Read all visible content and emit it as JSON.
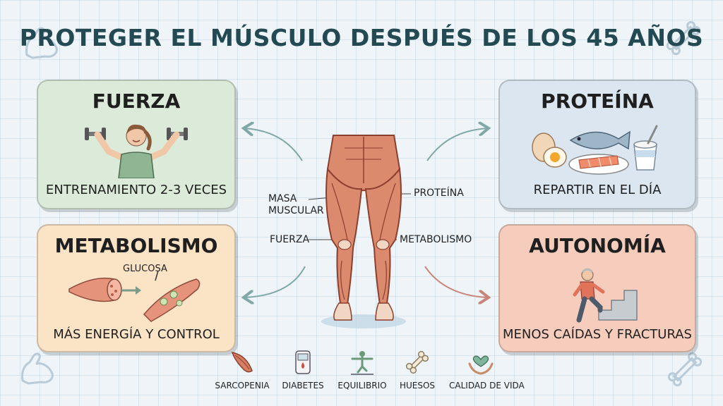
{
  "title": "PROTEGER EL MÚSCULO DESPUÉS DE LOS 45 AÑOS",
  "cards": {
    "fuerza": {
      "title": "FUERZA",
      "subtitle": "ENTRENAMIENTO 2-3 VECES",
      "icon": "woman-dumbbells-icon",
      "color": "#dcebd9"
    },
    "proteina": {
      "title": "PROTEÍNA",
      "subtitle": "REPARTIR EN EL DÍA",
      "icon": "protein-foods-icon",
      "color": "#dbe6f0"
    },
    "metabolismo": {
      "title": "METABOLISMO",
      "subtitle": "MÁS ENERGÍA Y CONTROL",
      "label": "GLUCOSA",
      "icon": "muscle-glucose-icon",
      "color": "#fbe3c6"
    },
    "autonomia": {
      "title": "AUTONOMÍA",
      "subtitle": "MENOS CAÍDAS Y FRACTURAS",
      "icon": "elderly-stairs-icon",
      "color": "#f6cdbd"
    }
  },
  "legs": {
    "labels": {
      "masa": "MASA MUSCULAR",
      "fuerza": "FUERZA",
      "proteina": "PROTEÍNA",
      "metabolismo": "METABOLISMO"
    }
  },
  "bottom": [
    {
      "label": "SARCOPENIA",
      "icon": "muscle-fiber-icon"
    },
    {
      "label": "DIABETES",
      "icon": "glucometer-icon"
    },
    {
      "label": "EQUILIBRIO",
      "icon": "balance-figure-icon"
    },
    {
      "label": "HUESOS",
      "icon": "bone-icon"
    },
    {
      "label": "CALIDAD DE VIDA",
      "icon": "hands-heart-icon"
    }
  ],
  "colors": {
    "title": "#234a52",
    "arrow": "#7fa8a6",
    "arrow_red": "#c9857a"
  }
}
